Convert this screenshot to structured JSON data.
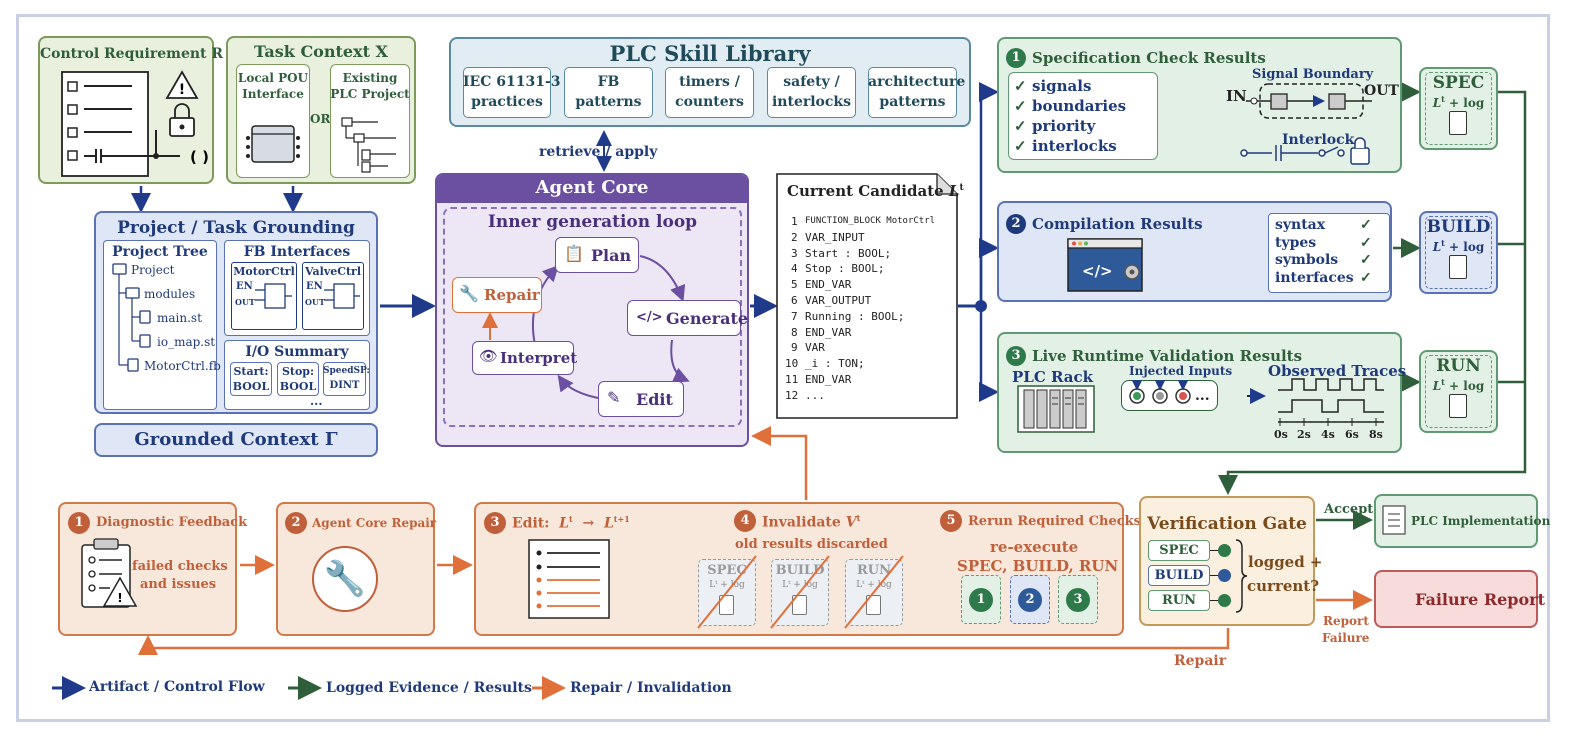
{
  "control_requirement": {
    "title": "Control Requirement R"
  },
  "task_context": {
    "title": "Task Context X",
    "local_pou": "Local POU Interface",
    "or": "OR",
    "existing_plc": "Existing PLC Project"
  },
  "grounding": {
    "title": "Project / Task Grounding",
    "project_tree": {
      "title": "Project Tree",
      "items": [
        "Project",
        "modules",
        "main.st",
        "io_map.st",
        "MotorCtrl.fb"
      ]
    },
    "fb_interfaces": {
      "title": "FB Interfaces",
      "blocks": [
        {
          "name": "MotorCtrl",
          "en": "EN",
          "out": "OUT"
        },
        {
          "name": "ValveCtrl",
          "en": "EN",
          "out": "OUT"
        }
      ]
    },
    "io_summary": {
      "title": "I/O Summary",
      "items": [
        {
          "label": "Start:",
          "type": "BOOL"
        },
        {
          "label": "Stop:",
          "type": "BOOL"
        },
        {
          "label": "SpeedSP:",
          "type": "DINT"
        }
      ],
      "more": "..."
    },
    "grounded_context": "Grounded Context Γ"
  },
  "skill_library": {
    "title": "PLC Skill Library",
    "items": [
      {
        "line1": "IEC 61131-3",
        "line2": "practices"
      },
      {
        "line1": "FB",
        "line2": "patterns"
      },
      {
        "line1": "timers /",
        "line2": "counters"
      },
      {
        "line1": "safety /",
        "line2": "interlocks"
      },
      {
        "line1": "architecture",
        "line2": "patterns"
      }
    ],
    "retrieve_apply": "retrieve / apply"
  },
  "agent_core": {
    "title": "Agent Core",
    "loop_title": "Inner generation loop",
    "steps": {
      "plan": "Plan",
      "generate": "Generate",
      "edit": "Edit",
      "interpret": "Interpret",
      "repair": "Repair"
    }
  },
  "candidate": {
    "title": "Current Candidate",
    "symbol": "L",
    "sup": "t",
    "lines": [
      {
        "n": "1",
        "code": "FUNCTION_BLOCK MotorCtrl"
      },
      {
        "n": "2",
        "code": "VAR_INPUT"
      },
      {
        "n": "3",
        "code": "   Start : BOOL;"
      },
      {
        "n": "4",
        "code": "   Stop  : BOOL;"
      },
      {
        "n": "5",
        "code": "END_VAR"
      },
      {
        "n": "6",
        "code": "VAR_OUTPUT"
      },
      {
        "n": "7",
        "code": "   Running : BOOL;"
      },
      {
        "n": "8",
        "code": "END_VAR"
      },
      {
        "n": "9",
        "code": "VAR"
      },
      {
        "n": "10",
        "code": "   _i : TON;"
      },
      {
        "n": "11",
        "code": "END_VAR"
      },
      {
        "n": "12",
        "code": "..."
      }
    ]
  },
  "spec_check": {
    "num": "1",
    "title": "Specification Check Results",
    "checks": [
      "signals",
      "boundaries",
      "priority",
      "interlocks"
    ],
    "check_mark": "✓",
    "signal_boundary": "Signal Boundary",
    "in": "IN",
    "out": "OUT",
    "interlock": "Interlock"
  },
  "compilation": {
    "num": "2",
    "title": "Compilation Results",
    "checks": [
      "syntax",
      "types",
      "symbols",
      "interfaces"
    ],
    "code_icon": "</>"
  },
  "runtime": {
    "num": "3",
    "title": "Live Runtime Validation Results",
    "plc_rack": "PLC Rack",
    "injected_inputs": "Injected Inputs",
    "ellipsis": "...",
    "observed_traces": "Observed Traces",
    "ticks": [
      "0s",
      "2s",
      "4s",
      "6s",
      "8s"
    ]
  },
  "evidence": [
    {
      "title": "SPEC",
      "sub_sym": "L",
      "sub_sup": "t",
      "sub_rest": " + log"
    },
    {
      "title": "BUILD",
      "sub_sym": "L",
      "sub_sup": "t",
      "sub_rest": " + log"
    },
    {
      "title": "RUN",
      "sub_sym": "L",
      "sub_sup": "t",
      "sub_rest": " + log"
    }
  ],
  "repair_flow": {
    "diagnostic": {
      "num": "1",
      "title": "Diagnostic Feedback",
      "text1": "failed checks",
      "text2": "and issues"
    },
    "core_repair": {
      "num": "2",
      "title": "Agent Core Repair"
    },
    "edit": {
      "num": "3",
      "title": "Edit:",
      "from_sym": "L",
      "from_sup": "t",
      "arrow": "→",
      "to_sym": "L",
      "to_sup": "t+1"
    },
    "invalidate": {
      "num": "4",
      "title": "Invalidate",
      "v_sym": "V",
      "v_sup": "t",
      "subtitle": "old results discarded"
    },
    "rerun": {
      "num": "5",
      "title": "Rerun Required Checks",
      "line1": "re-execute",
      "line2": "SPEC, BUILD, RUN",
      "nums": [
        "1",
        "2",
        "3"
      ]
    },
    "discarded": [
      {
        "title": "SPEC",
        "sub": "Lᵗ + log"
      },
      {
        "title": "BUILD",
        "sub": "Lᵗ + log"
      },
      {
        "title": "RUN",
        "sub": "Lᵗ + log"
      }
    ]
  },
  "gate": {
    "title": "Verification Gate",
    "items": [
      "SPEC",
      "BUILD",
      "RUN"
    ],
    "question1": "logged +",
    "question2": "current?",
    "accept": "Accept",
    "report1": "Report",
    "report2": "Failure",
    "repair": "Repair"
  },
  "plc_impl": "PLC Implementation",
  "failure_report": "Failure Report",
  "legend": [
    {
      "label": "Artifact / Control Flow",
      "color": "#1f3a8a"
    },
    {
      "label": "Logged Evidence / Results",
      "color": "#2e5e3a"
    },
    {
      "label": "Repair / Invalidation",
      "color": "#e0703a"
    }
  ]
}
